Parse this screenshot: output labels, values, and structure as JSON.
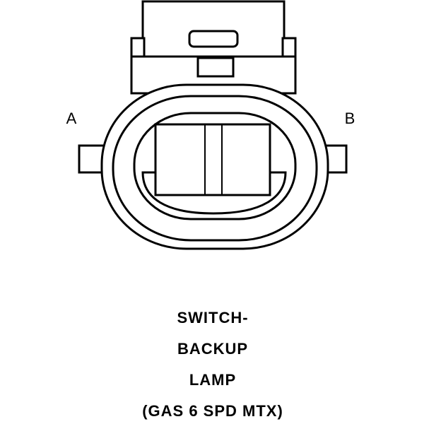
{
  "pins": {
    "left_label": "A",
    "right_label": "B"
  },
  "caption": {
    "line1": "SWITCH-",
    "line2": "BACKUP",
    "line3": "LAMP",
    "line4": "(GAS 6 SPD MTX)"
  },
  "colors": {
    "stroke": "#000000",
    "background": "#ffffff"
  }
}
